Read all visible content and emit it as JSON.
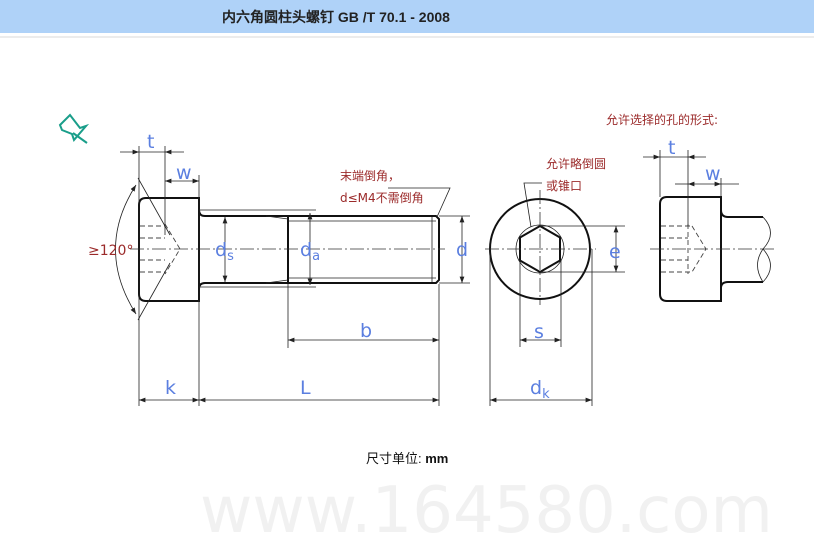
{
  "header": {
    "title": "内六角圆柱头螺钉 GB /T 70.1 - 2008"
  },
  "watermark": "www.164580.com",
  "labels": {
    "t": "t",
    "w": "w",
    "ds": "d",
    "ds_sub": "s",
    "da": "d",
    "da_sub": "a",
    "d": "d",
    "b": "b",
    "k": "k",
    "L": "L",
    "e": "e",
    "s": "s",
    "dk": "d",
    "dk_sub": "k",
    "t2": "t",
    "w2": "w"
  },
  "annotations": {
    "angle": "≥120°",
    "chamfer_line1": "末端倒角，",
    "chamfer_line2": "d≤M4不需倒角",
    "round_line1": "允许略倒圆",
    "round_line2": "或锥口",
    "hole_form": "允许选择的孔的形式:"
  },
  "caption": {
    "prefix": "尺寸单位: ",
    "unit": "mm"
  },
  "colors": {
    "header_bg": "#afd2f8",
    "dim_label": "#5b7fe0",
    "note": "#9b2a2a",
    "pin_icon": "#1a9e8a"
  }
}
